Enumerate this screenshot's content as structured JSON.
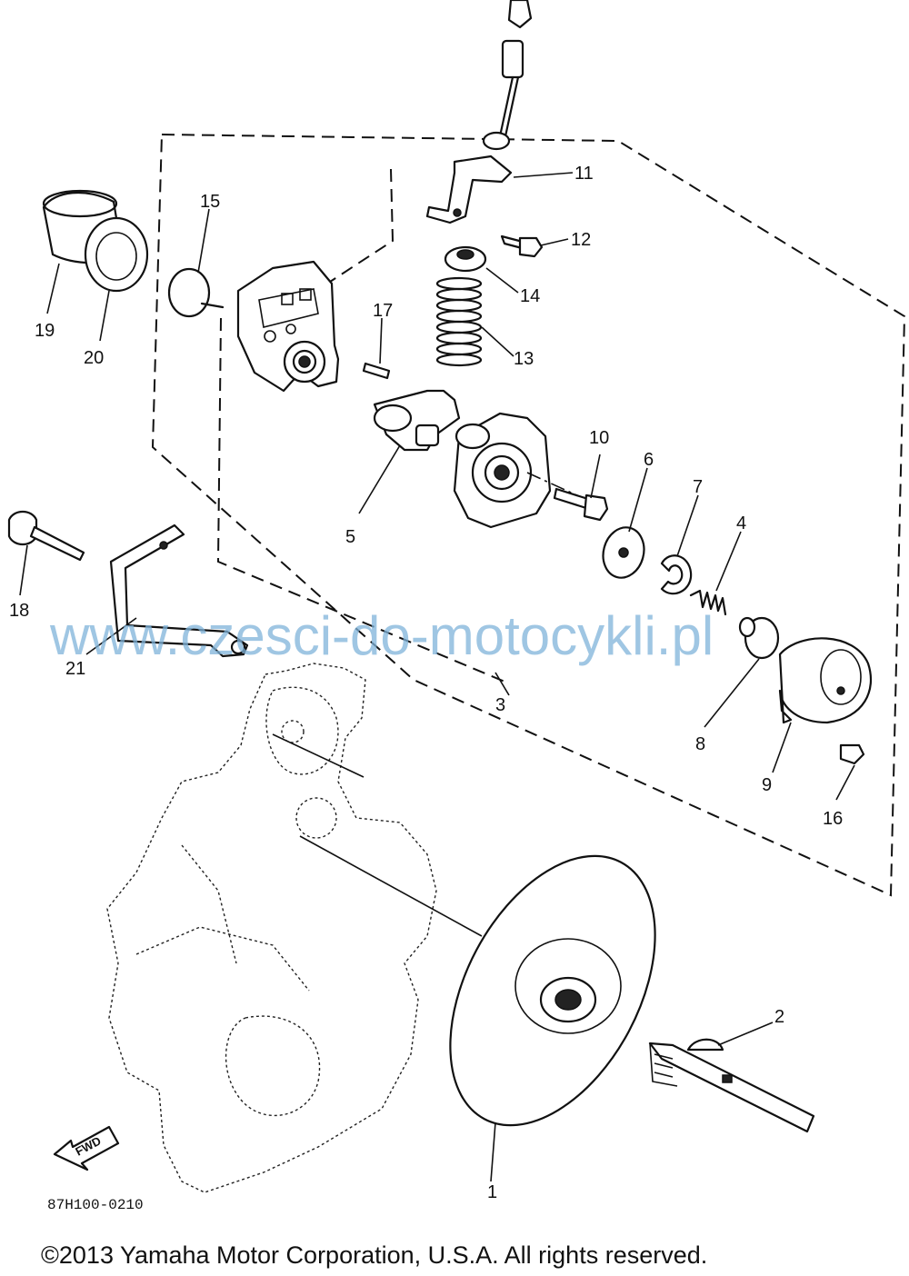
{
  "diagram": {
    "part_labels": [
      "1",
      "2",
      "3",
      "4",
      "5",
      "6",
      "7",
      "8",
      "9",
      "10",
      "11",
      "12",
      "13",
      "14",
      "15",
      "16",
      "17",
      "18",
      "19",
      "20",
      "21"
    ],
    "diagram_code": "87H100-0210",
    "direction_label": "FWD",
    "watermark": "www.czesci-do-motocykli.pl",
    "copyright": "©2013 Yamaha Motor Corporation, U.S.A. All rights reserved."
  }
}
